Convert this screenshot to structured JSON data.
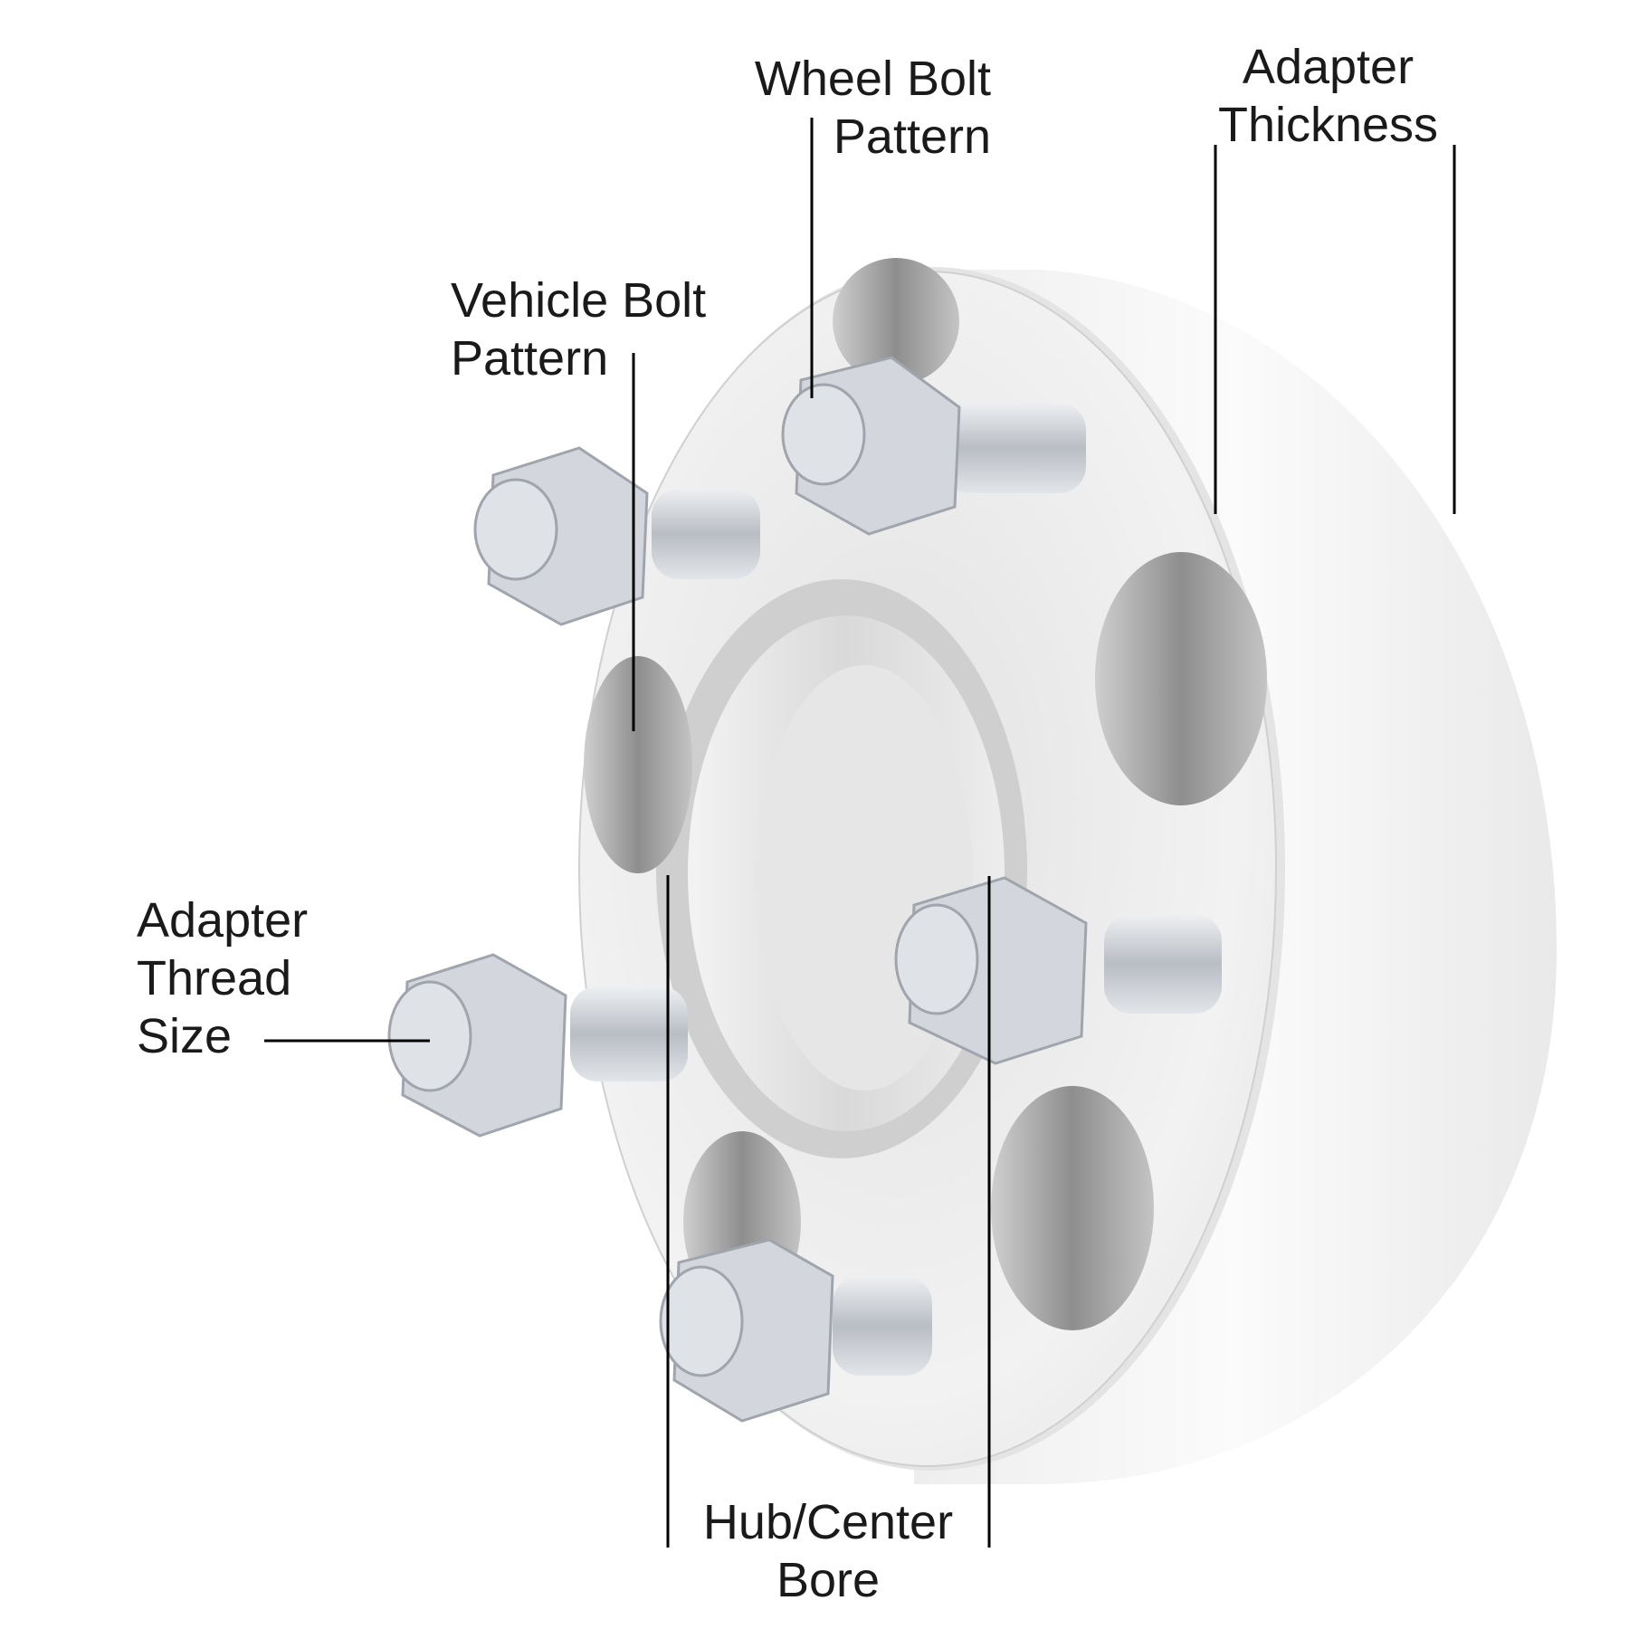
{
  "labels": {
    "wheel_bolt_pattern": [
      "Wheel Bolt",
      "Pattern"
    ],
    "adapter_thickness": [
      "Adapter",
      "Thickness"
    ],
    "vehicle_bolt_pattern": [
      "Vehicle Bolt",
      "Pattern"
    ],
    "adapter_thread_size": [
      "Adapter",
      "Thread",
      "Size"
    ],
    "hub_center_bore": [
      "Hub/Center",
      "Bore"
    ]
  },
  "colors": {
    "aluminum_light": "#f4f4f4",
    "aluminum_mid": "#d6d6d6",
    "bore_shadow": "#9a9a9a",
    "steel": "#c9ccd1",
    "leader_line": "#000000",
    "text": "#1a1a1a"
  }
}
